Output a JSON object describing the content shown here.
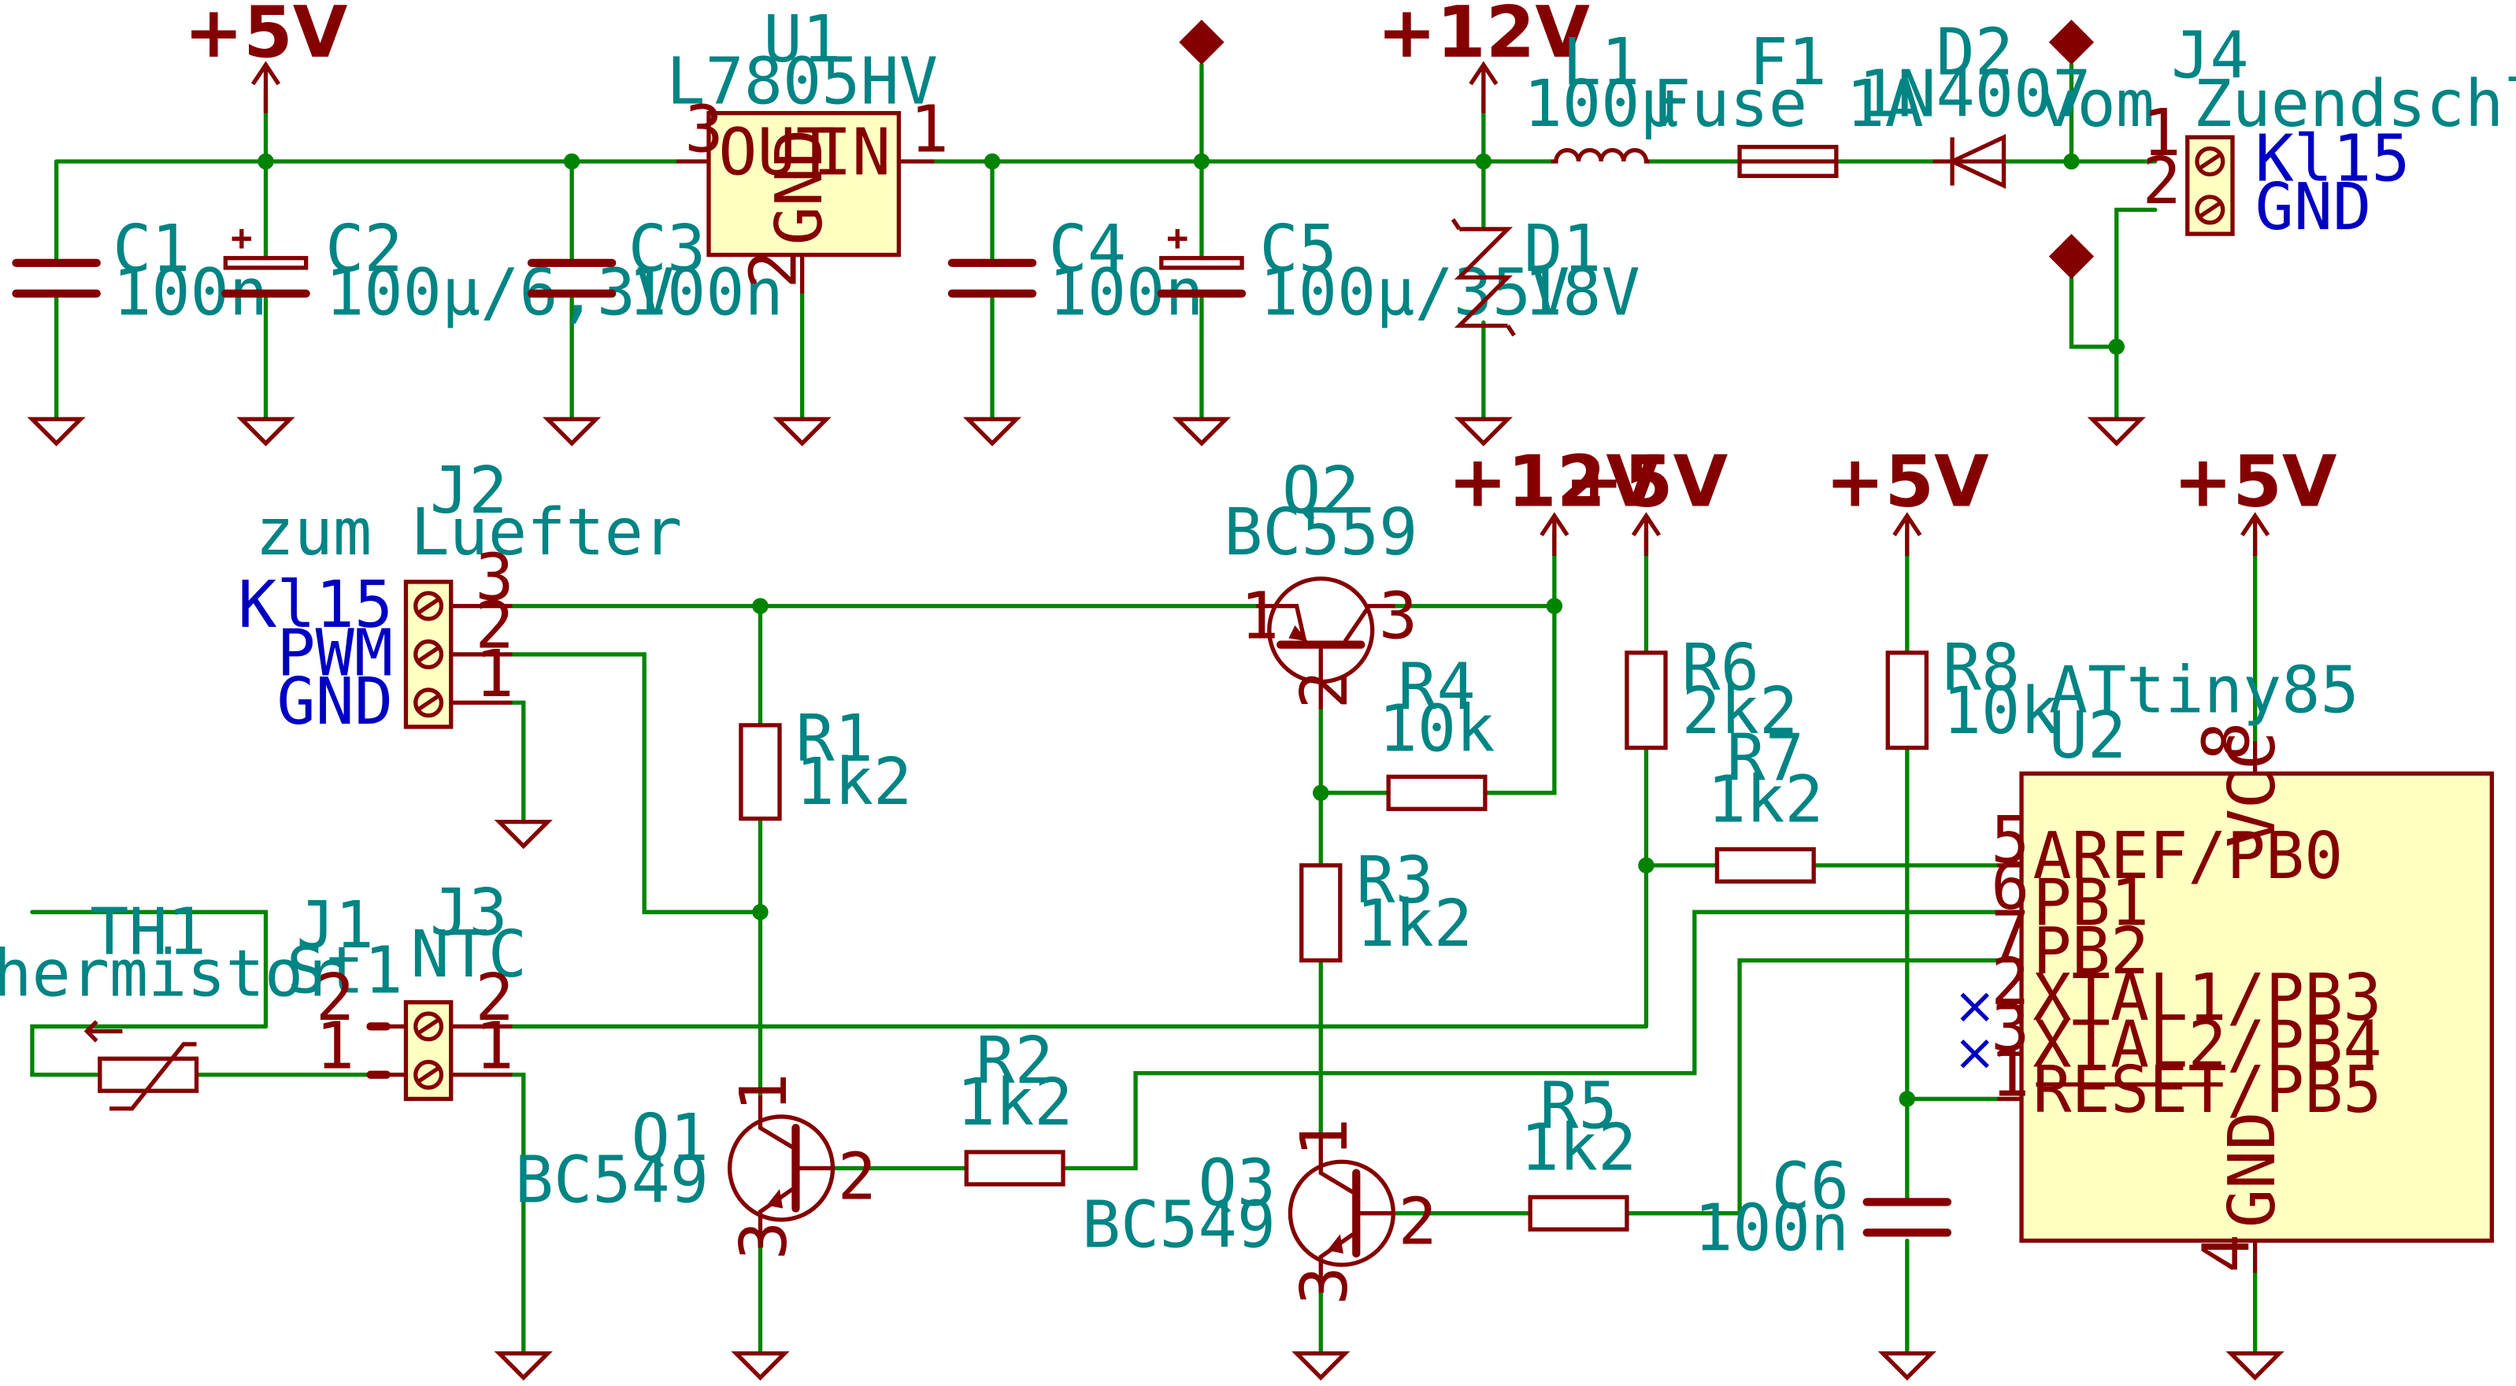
{
  "power": {
    "p5v": "+5V",
    "p12v": "+12V",
    "vcc": "+5V"
  },
  "components": {
    "C1": {
      "ref": "C1",
      "val": "100n"
    },
    "C2": {
      "ref": "C2",
      "val": "100µ/6,3V"
    },
    "C3": {
      "ref": "C3",
      "val": "100n"
    },
    "C4": {
      "ref": "C4",
      "val": "100n"
    },
    "C5": {
      "ref": "C5",
      "val": "100µ/35V"
    },
    "C6": {
      "ref": "C6",
      "val": "100n"
    },
    "U1": {
      "ref": "U1",
      "val": "L7805HV",
      "pin_out": "OUT",
      "pin_in": "IN",
      "pin_gnd": "GND",
      "n_out": "3",
      "n_in": "1",
      "n_gnd": "2"
    },
    "D1": {
      "ref": "D1",
      "val": "18V"
    },
    "L1": {
      "ref": "L1",
      "val": "100µ"
    },
    "F1": {
      "ref": "F1",
      "val": "Fuse 1A"
    },
    "D2": {
      "ref": "D2",
      "val": "1N4007"
    },
    "J4": {
      "ref": "J4",
      "val": "vom Zuendschloss",
      "n1": "1",
      "n2": "2"
    },
    "J2": {
      "ref": "J2",
      "val": "zum Luefter",
      "n3": "3",
      "n2": "2",
      "n1": "1"
    },
    "Q2": {
      "ref": "Q2",
      "val": "BC559",
      "n1": "1",
      "n2": "2",
      "n3": "3"
    },
    "R1": {
      "ref": "R1",
      "val": "1k2"
    },
    "R2": {
      "ref": "R2",
      "val": "1k2"
    },
    "R3": {
      "ref": "R3",
      "val": "1k2"
    },
    "R4": {
      "ref": "R4",
      "val": "10k"
    },
    "R5": {
      "ref": "R5",
      "val": "1k2"
    },
    "R6": {
      "ref": "R6",
      "val": "2k2"
    },
    "R7": {
      "ref": "R7",
      "val": "1k2"
    },
    "R8": {
      "ref": "R8",
      "val": "10k"
    },
    "Q1": {
      "ref": "Q1",
      "val": "BC549",
      "n1": "1",
      "n2": "2",
      "n3": "3"
    },
    "Q3": {
      "ref": "Q3",
      "val": "BC549",
      "n1": "1",
      "n2": "2",
      "n3": "3"
    },
    "TH1": {
      "ref": "TH1",
      "val": "Thermistor"
    },
    "J1": {
      "ref": "J1",
      "val": "St1",
      "n2": "2",
      "n1": "1"
    },
    "J3": {
      "ref": "J3",
      "val": "NTC",
      "n2": "2",
      "n1": "1"
    },
    "U2": {
      "ref": "U2",
      "val": "ATtiny85"
    }
  },
  "u2_pins": [
    {
      "num": "5",
      "name": "AREF/PB0"
    },
    {
      "num": "6",
      "name": "PB1"
    },
    {
      "num": "7",
      "name": "PB2"
    },
    {
      "num": "2",
      "name": "XTAL1/PB3"
    },
    {
      "num": "3",
      "name": "XTAL2/PB4"
    },
    {
      "num": "1",
      "name": "RESET/PB5"
    }
  ],
  "u2_vcc": {
    "num": "8",
    "name": "VCC"
  },
  "u2_gnd": {
    "num": "4",
    "name": "GND"
  },
  "net_labels": {
    "kl15": "Kl15",
    "gnd": "GND",
    "pwm": "PWM"
  },
  "colors": {
    "wire": "#008400",
    "part": "#840000",
    "ic_fill": "#ffffc2",
    "text": "#008484",
    "net_label": "#0000c2"
  }
}
